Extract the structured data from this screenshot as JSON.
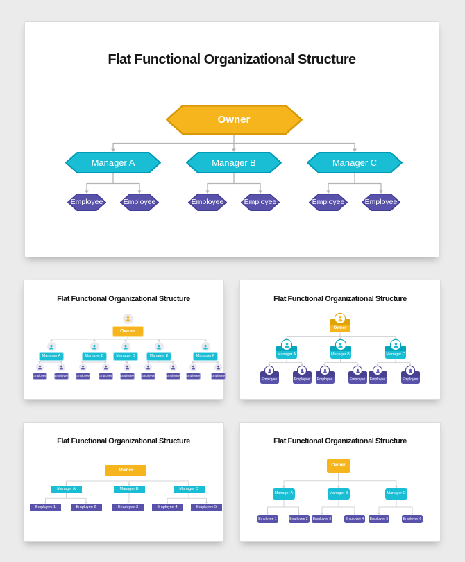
{
  "page": {
    "background": "#EBEBEB",
    "card_background": "#FFFFFF"
  },
  "colors": {
    "owner_fill": "#F6B51D",
    "owner_border": "#D9990B",
    "owner_dark": "#DFA303",
    "manager_fill": "#19BED5",
    "manager_border": "#0099B8",
    "manager_dark": "#04A6BC",
    "employee_fill": "#5952AB",
    "employee_border": "#453E99",
    "employee_dark": "#484190",
    "connector_main": "#B3B3B3",
    "connector_small": "#C9C9CE",
    "title_text": "#161616",
    "node_text": "#FFFFFF"
  },
  "icons": {
    "person_icon": "person silhouette (head and shoulders)"
  },
  "slides": [
    {
      "name": "main-hexagon-slide",
      "title": "Flat Functional Organizational Structure",
      "owner": {
        "label": "Owner"
      },
      "managers": [
        {
          "label": "Manager A",
          "employees": [
            "Employee",
            "Employee"
          ]
        },
        {
          "label": "Manager B",
          "employees": [
            "Employee",
            "Employee"
          ]
        },
        {
          "label": "Manager C",
          "employees": [
            "Employee",
            "Employee"
          ]
        }
      ]
    },
    {
      "name": "icon-list-slide",
      "title": "Flat Functional Organizational Structure",
      "owner": {
        "label": "Owner"
      },
      "managers": [
        {
          "label": "Manager A",
          "employees": [
            "Employee",
            "Employee"
          ]
        },
        {
          "label": "Manager B",
          "employees": [
            "Employee",
            "Employee"
          ]
        },
        {
          "label": "Manager D",
          "employees": [
            "Employee"
          ]
        },
        {
          "label": "Manager E",
          "employees": [
            "Employee",
            "Employee"
          ]
        },
        {
          "label": "Manager F",
          "employees": [
            "Employee",
            "Employee"
          ]
        }
      ]
    },
    {
      "name": "icon-card-slide",
      "title": "Flat Functional Organizational Structure",
      "owner": {
        "label": "Owner"
      },
      "managers": [
        {
          "label": "Manager A",
          "employees": [
            "Employee",
            "Employee"
          ]
        },
        {
          "label": "Manager B",
          "employees": [
            "Employee",
            "Employee"
          ]
        },
        {
          "label": "Manager C",
          "employees": [
            "Employee",
            "Employee"
          ]
        }
      ]
    },
    {
      "name": "flat-rectangle-slide",
      "title": "Flat Functional Organizational Structure",
      "owner": {
        "label": "Owner"
      },
      "managers": [
        {
          "label": "Manager A",
          "employees": [
            "Employee 1",
            "Employee 2"
          ]
        },
        {
          "label": "Manager B",
          "employees": [
            "Employee 3"
          ]
        },
        {
          "label": "Manager C",
          "employees": [
            "Employee 4",
            "Employee 5"
          ]
        }
      ]
    },
    {
      "name": "rounded-rectangle-slide",
      "title": "Flat Functional Organizational Structure",
      "owner": {
        "label": "Owner"
      },
      "managers": [
        {
          "label": "Manager A",
          "employees": [
            "Employee 1",
            "Employee 2"
          ]
        },
        {
          "label": "Manager B",
          "employees": [
            "Employee 3",
            "Employee 4"
          ]
        },
        {
          "label": "Manager C",
          "employees": [
            "Employee 5",
            "Employee 6"
          ]
        }
      ]
    }
  ]
}
